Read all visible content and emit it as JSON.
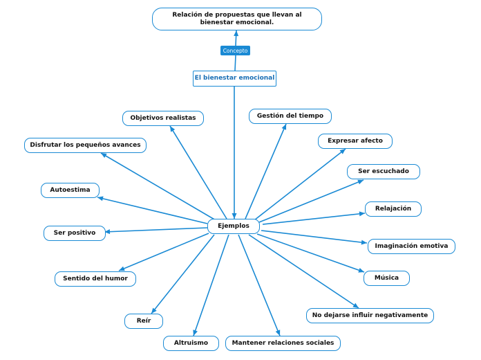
{
  "title": "Relación de propuestas que llevan al bienestar emocional.",
  "link_label": "Concepto",
  "main": "El bienestar emocional",
  "hub": "Ejemplos",
  "examples": [
    "Objetivos realistas",
    "Gestión del tiempo",
    "Disfrutar los pequeños avances",
    "Expresar afecto",
    "Ser escuchado",
    "Autoestima",
    "Relajación",
    "Ser positivo",
    "Imaginación emotiva",
    "Sentido del humor",
    "Música",
    "Reír",
    "No dejarse influir negativamente",
    "Altruismo",
    "Mantener relaciones sociales"
  ],
  "colors": {
    "accent": "#1a8ad4",
    "main_text": "#1a6fb5",
    "text": "#111111"
  }
}
